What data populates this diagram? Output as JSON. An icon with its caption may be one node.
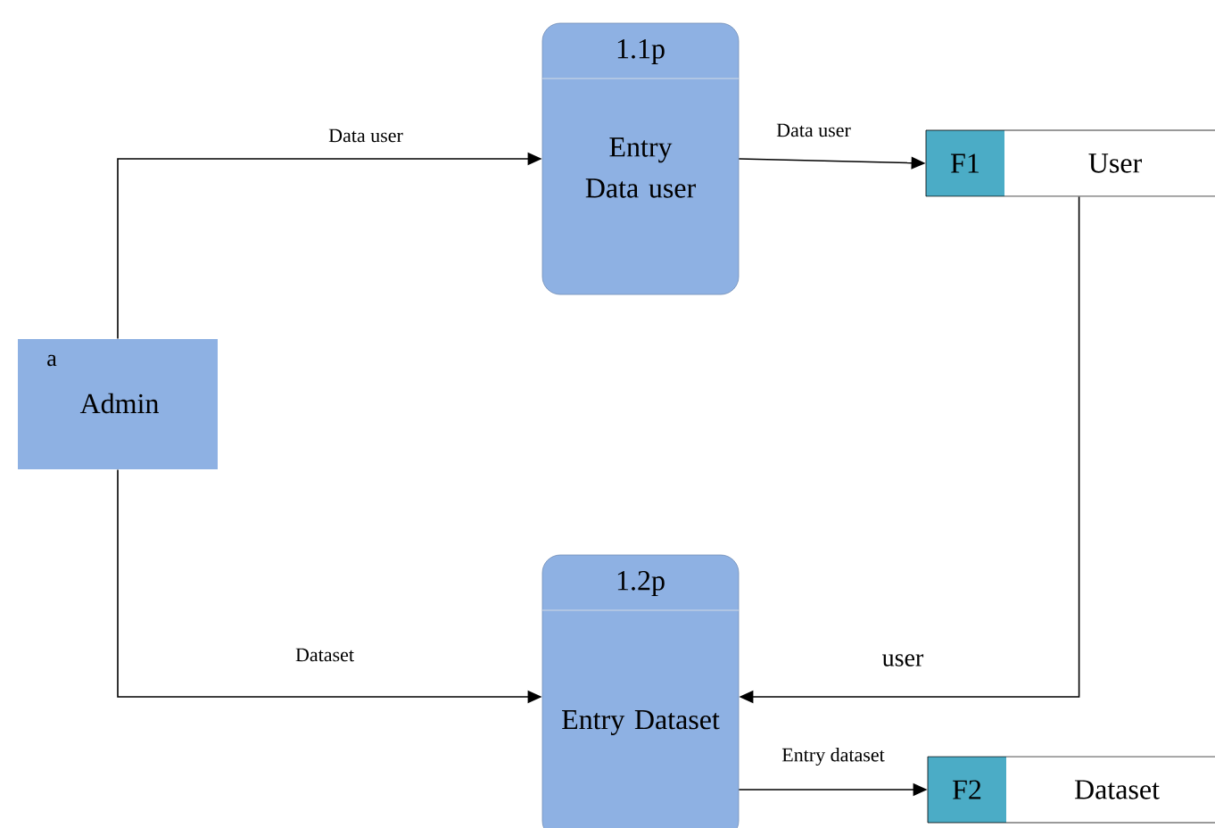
{
  "diagram": {
    "nodes": [
      {
        "text": [
          "a",
          "Admin"
        ]
      },
      {
        "text": [
          "1.1p",
          "Entry Data user"
        ]
      },
      {
        "text": [
          "F1",
          "User"
        ]
      },
      {
        "text": [
          "1.2p",
          "Entry Dataset"
        ]
      },
      {
        "text": [
          "F2",
          "Dataset"
        ]
      }
    ],
    "edges": [
      {
        "from": 0,
        "to": 1,
        "arrow": "to",
        "label": "Data user"
      },
      {
        "from": 1,
        "to": 2,
        "arrow": "to",
        "label": "Data user"
      },
      {
        "from": 0,
        "to": 3,
        "arrow": "to",
        "label": "Dataset"
      },
      {
        "from": 2,
        "to": 3,
        "arrow": "to",
        "label": "user"
      },
      {
        "from": 3,
        "to": 4,
        "arrow": "to",
        "label": "Entry dataset"
      }
    ]
  }
}
